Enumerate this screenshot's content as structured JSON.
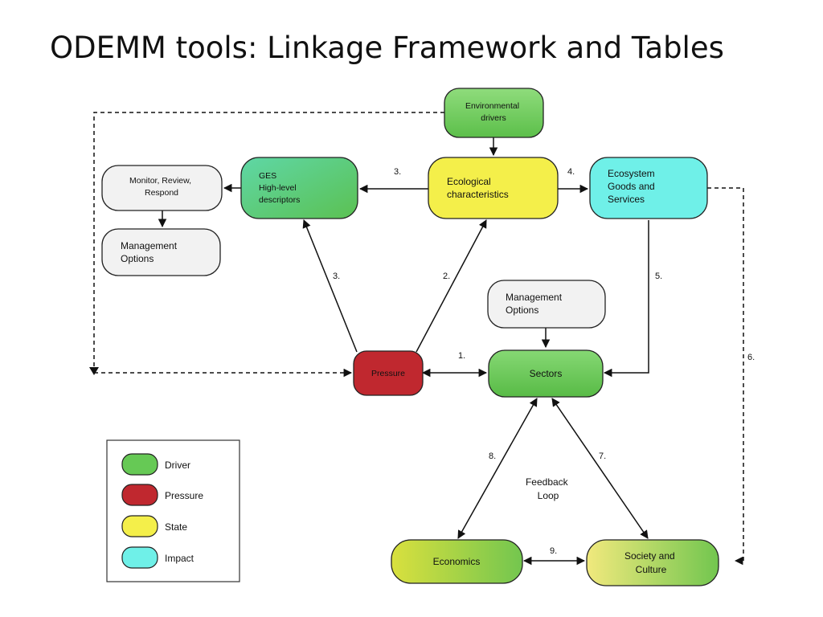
{
  "title": "ODEMM tools: Linkage Framework and Tables",
  "colors": {
    "driver": "#66c955",
    "pressure": "#c0282f",
    "state": "#f4ef4a",
    "impact": "#6ff0e8",
    "neutral": "#f2f2f2"
  },
  "nodes": {
    "env_drivers": [
      "Environmental",
      "drivers"
    ],
    "ecological": [
      "Ecological",
      "characteristics"
    ],
    "ges": [
      "GES",
      "High-level",
      "descriptors"
    ],
    "ecosystem": [
      "Ecosystem",
      "Goods and",
      "Services"
    ],
    "monitor": [
      "Monitor, Review,",
      "Respond"
    ],
    "mgmt_left": [
      "Management",
      "Options"
    ],
    "mgmt_center": [
      "Management",
      "Options"
    ],
    "pressure": "Pressure",
    "sectors": "Sectors",
    "economics": "Economics",
    "society": [
      "Society and",
      "Culture"
    ]
  },
  "edge_labels": {
    "e1": "1.",
    "e2": "2.",
    "e3a": "3.",
    "e3b": "3.",
    "e4": "4.",
    "e5": "5.",
    "e6": "6.",
    "e7": "7.",
    "e8": "8.",
    "e9": "9."
  },
  "feedback": [
    "Feedback",
    "Loop"
  ],
  "legend": [
    {
      "label": "Driver",
      "color": "#66c955"
    },
    {
      "label": "Pressure",
      "color": "#c0282f"
    },
    {
      "label": "State",
      "color": "#f4ef4a"
    },
    {
      "label": "Impact",
      "color": "#6ff0e8"
    }
  ]
}
